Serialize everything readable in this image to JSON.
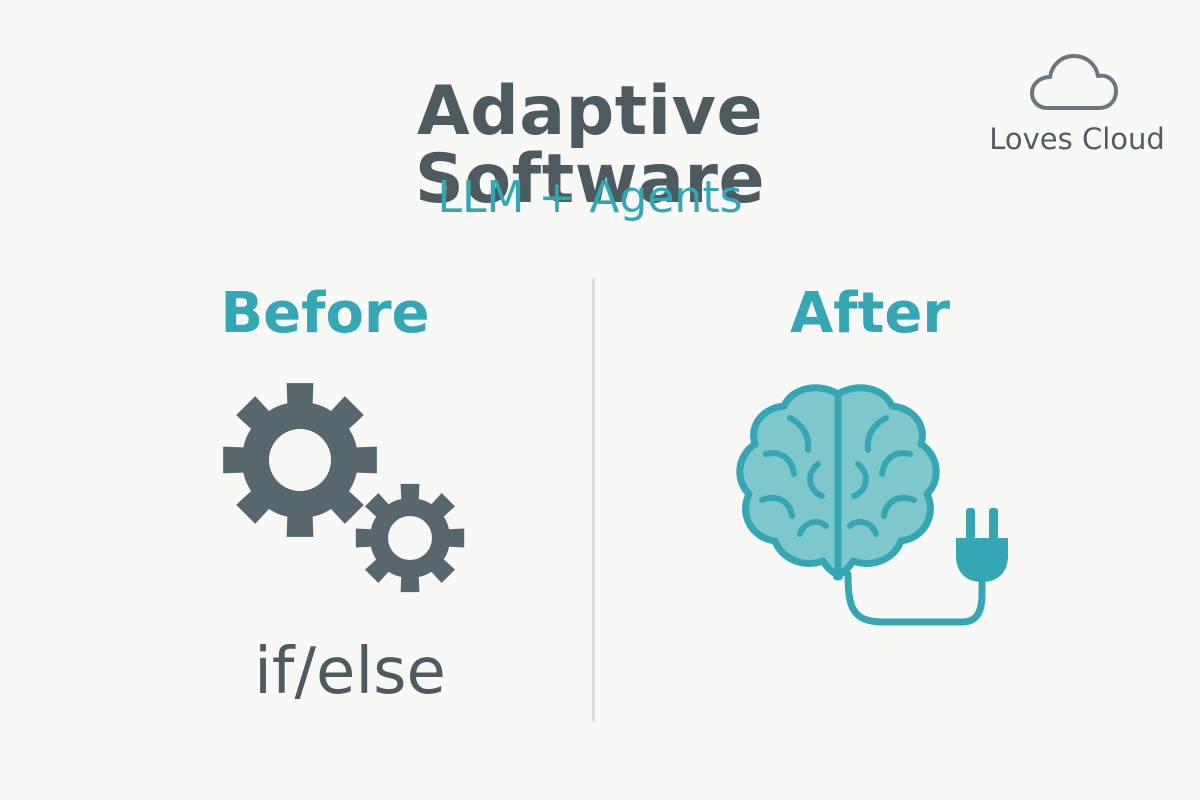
{
  "header": {
    "title": "Adaptive Software",
    "subtitle": "LLM + Agents"
  },
  "brand": {
    "name": "Loves Cloud",
    "icon": "cloud-icon"
  },
  "left_panel": {
    "label": "Before",
    "icon": "gears-icon",
    "caption": "if/else"
  },
  "right_panel": {
    "label": "After",
    "icon": "brain-plug-icon"
  },
  "colors": {
    "dark": "#4d5b61",
    "accent": "#35a6b3",
    "brain_fill": "#7ec7cb",
    "background": "#f8f8f6"
  }
}
